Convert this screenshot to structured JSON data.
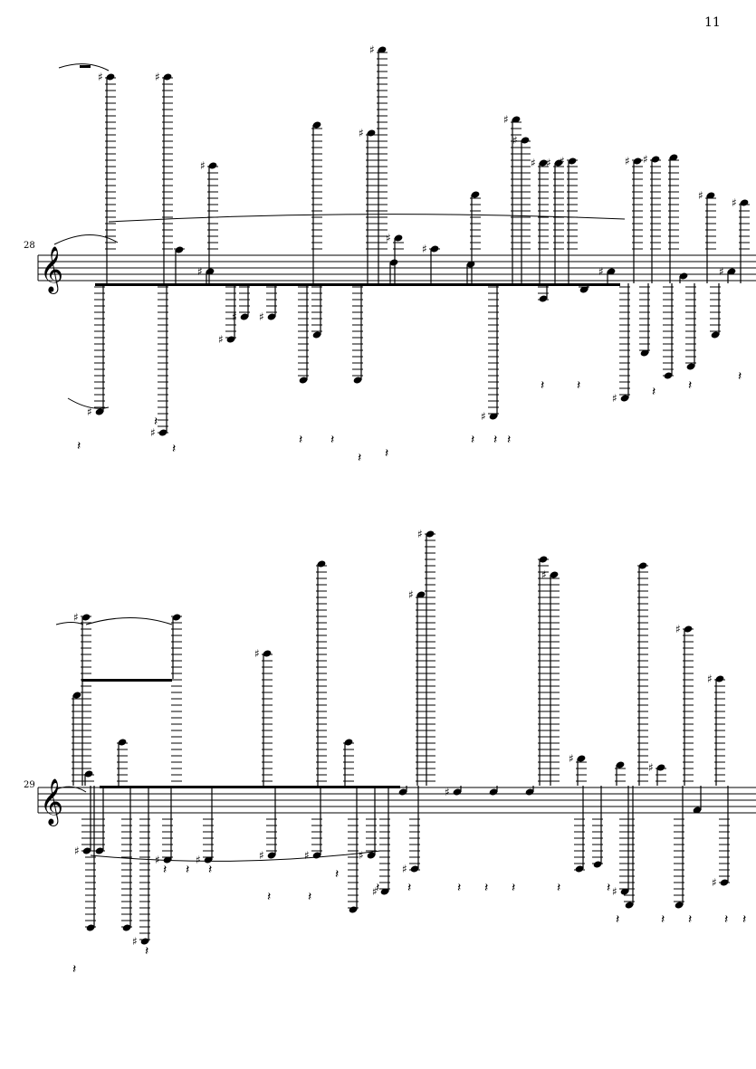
{
  "page_number": "11",
  "systems": [
    {
      "measure_number": "28",
      "clef": "treble"
    },
    {
      "measure_number": "29",
      "clef": "treble"
    }
  ]
}
